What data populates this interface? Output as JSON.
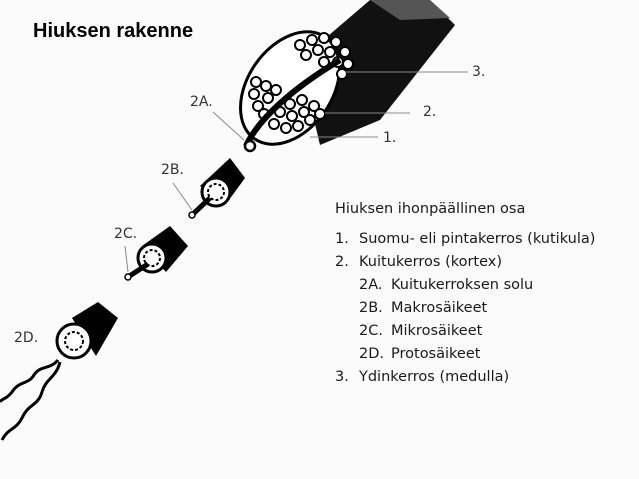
{
  "title": "Hiuksen rakenne",
  "diagram_labels": {
    "label_1": "1.",
    "label_2": "2.",
    "label_3": "3.",
    "label_2a": "2A.",
    "label_2b": "2B.",
    "label_2c": "2C.",
    "label_2d": "2D."
  },
  "legend": {
    "heading": "Hiuksen ihonpäällinen osa",
    "items": [
      {
        "num": "1.",
        "text": "Suomu- eli pintakerros (kutikula)"
      },
      {
        "num": "2.",
        "text": "Kuitukerros (kortex)"
      },
      {
        "num": "2A.",
        "text": "Kuitukerroksen solu"
      },
      {
        "num": "2B.",
        "text": "Makrosäikeet"
      },
      {
        "num": "2C.",
        "text": "Mikrosäikeet"
      },
      {
        "num": "2D.",
        "text": "Protosäikeet"
      },
      {
        "num": "3.",
        "text": "Ydinkerros (medulla)"
      }
    ]
  }
}
